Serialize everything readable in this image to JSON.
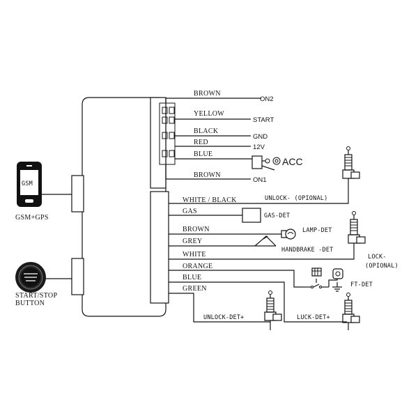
{
  "wires": {
    "brown_top": "BROWN",
    "yellow": "YELLOW",
    "black": "BLACK",
    "red": "RED",
    "blue_top": "BLUE",
    "brown_bottom": "BROWN",
    "white_black": "WHITE / BLACK",
    "gas": "GAS",
    "brown_mid": "BROWN",
    "grey": "GREY",
    "white": "WHITE",
    "orange": "ORANGE",
    "blue_bottom": "BLUE",
    "green": "GREEN"
  },
  "terminals": {
    "on2": "ON2",
    "start": "START",
    "gnd": "GND",
    "v12": "12V",
    "acc": "ACC",
    "on1": "ON1"
  },
  "devices": {
    "gsm_screen": "GSM",
    "gsm_label": "GSM+GPS",
    "start_button_line1": "START/STOP",
    "start_button_line2": "BUTTON",
    "unlock_optional": "UNLOCK- (OPIONAL)",
    "gas_det": "GAS-DET",
    "lamp_det": "LAMP-DET",
    "handbrake_det": "HANDBRAKE -DET",
    "lock_minus": "LOCK-",
    "lock_optional": "(OPIONAL)",
    "ft_det": "FT-DET",
    "unlock_det_plus": "UNLOCK-DET+",
    "luck_det_plus": "LUCK-DET+"
  }
}
